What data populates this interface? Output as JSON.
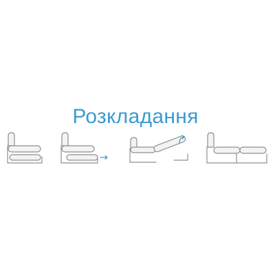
{
  "title": "Розкладання",
  "colors": {
    "title": "#3a9bd0",
    "sofa_fill": "#f3f3f3",
    "sofa_stroke": "#8f8f8f",
    "arrow": "#3a9bd0"
  },
  "steps": [
    {
      "state": "folded",
      "arrow": "none"
    },
    {
      "state": "seat-pulled-out",
      "arrow": "right-arrow"
    },
    {
      "state": "backrest-lowering",
      "arrow": "curved-up-arrow"
    },
    {
      "state": "unfolded-bed",
      "arrow": "none"
    }
  ]
}
